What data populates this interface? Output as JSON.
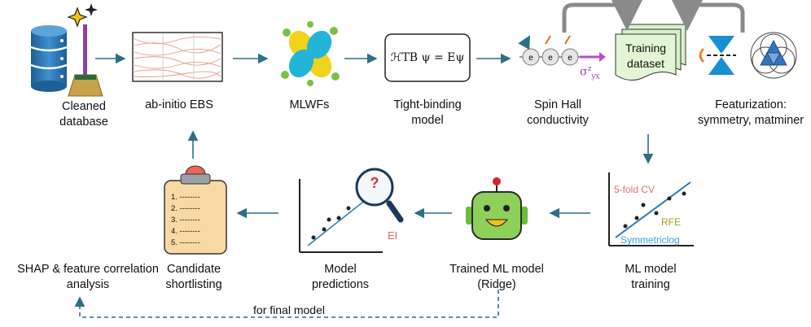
{
  "colors": {
    "arrow": "#2f6f86",
    "gray": "#8a8a8a",
    "dashed": "#2f6f86"
  },
  "nodes": {
    "cleaned_database": {
      "line1": "Cleaned",
      "line2": "database"
    },
    "ab_initio": {
      "line1": "ab-initio EBS"
    },
    "mlwfs": {
      "line1": "MLWFs"
    },
    "tight_binding": {
      "line1": "Tight-binding",
      "line2": "model",
      "equation": "ℋTB ψ = Eψ"
    },
    "spin_hall": {
      "line1": "Spin Hall",
      "line2": "conductivity",
      "symbol": "σ",
      "sup": "z",
      "sub": "yx"
    },
    "training_dataset": {
      "line1": "Training",
      "line2": "dataset"
    },
    "featurization": {
      "line1": "Featurization:",
      "line2": "symmetry, matminer"
    },
    "ml_training": {
      "line1": "ML model",
      "line2": "training",
      "tag_cv": "5-fold CV",
      "tag_rfe": "RFE",
      "tag_sym": "Symmetriclog"
    },
    "trained_model": {
      "line1": "Trained ML model",
      "line2": "(Ridge)"
    },
    "model_predictions": {
      "line1": "Model",
      "line2": "predictions",
      "ei": "EI",
      "qmark": "?"
    },
    "candidate": {
      "line1": "Candidate",
      "line2": "shortlisting",
      "items": [
        "1. --------",
        "2. --------",
        "3. --------",
        "4. --------",
        "5. --------"
      ]
    },
    "shap": {
      "line1": "SHAP & feature correlation",
      "line2": "analysis"
    }
  },
  "dashed_label": "for final model"
}
